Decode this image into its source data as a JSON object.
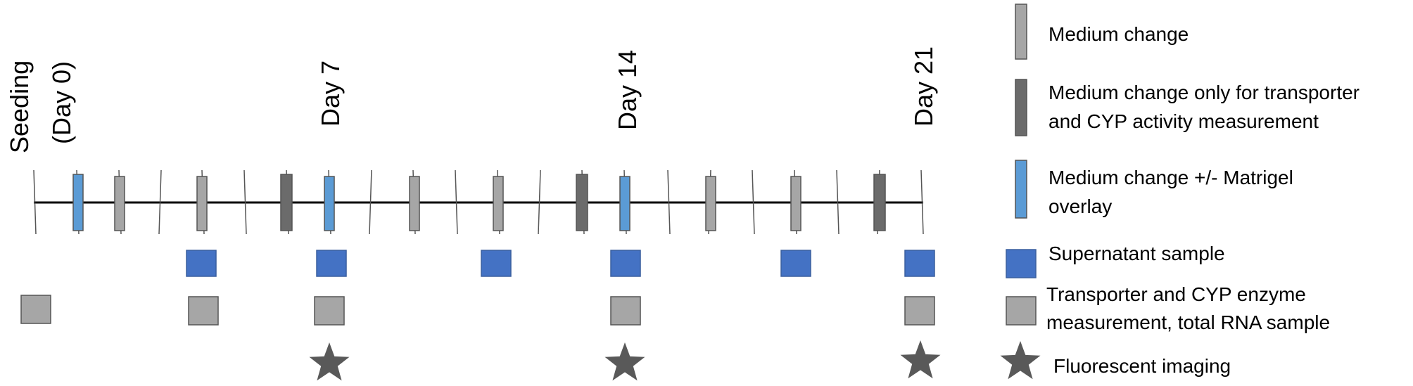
{
  "day_labels": {
    "seeding_line1": "Seeding",
    "seeding_line2": "(Day 0)",
    "day7": "Day 7",
    "day14": "Day 14",
    "day21": "Day 21"
  },
  "legend": {
    "medium_change": "Medium change",
    "medium_change_activity_line1": "Medium change only for transporter",
    "medium_change_activity_line2": "and CYP activity measurement",
    "matrigel_line1": "Medium change +/- Matrigel",
    "matrigel_line2": "overlay",
    "supernatant": "Supernatant sample",
    "transporter_line1": "Transporter and CYP enzyme",
    "transporter_line2": "measurement, total RNA sample",
    "imaging": "Fluorescent imaging"
  },
  "colors": {
    "light_gray": "#a6a6a6",
    "dark_gray": "#6b6b6b",
    "blue_light": "#5b9bd5",
    "blue_square": "#4472c4",
    "star": "#595959",
    "line": "#000000"
  }
}
